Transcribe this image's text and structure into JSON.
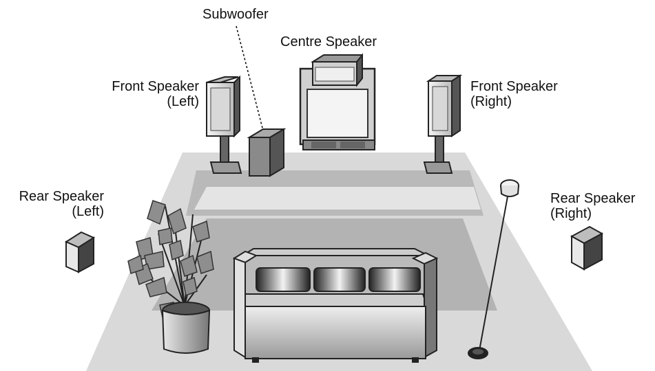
{
  "labels": {
    "subwoofer": "Subwoofer",
    "centre": "Centre Speaker",
    "front_left": [
      "Front Speaker",
      "(Left)"
    ],
    "front_right": [
      "Front Speaker",
      "(Right)"
    ],
    "rear_left": [
      "Rear Speaker",
      "(Left)"
    ],
    "rear_right": [
      "Rear Speaker",
      "(Right)"
    ]
  },
  "colors": {
    "floor": "#d9d9d9",
    "floor_band": "#b9b9b9",
    "dark": "#333333",
    "mid": "#888888",
    "light": "#e6e6e6"
  }
}
